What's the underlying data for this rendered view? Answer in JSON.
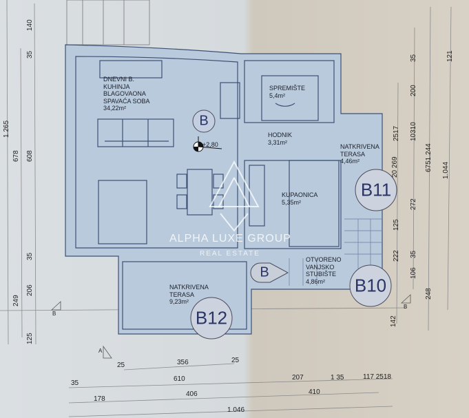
{
  "rooms": [
    {
      "lines": [
        "DNEVNI B.",
        "KUHINJA",
        "BLAGOVAONA",
        "SPAVAĆA SOBA"
      ],
      "area": "34,22m²"
    },
    {
      "lines": [
        "SPREMIŠTE"
      ],
      "area": "5,4m²"
    },
    {
      "lines": [
        "HODNIK"
      ],
      "area": "3,31m²"
    },
    {
      "lines": [
        "KUPAONICA"
      ],
      "area": "5,35m²"
    },
    {
      "lines": [
        "NATKRIVENA",
        "TERASA"
      ],
      "area": "4,46m²"
    },
    {
      "lines": [
        "OTVORENO",
        "VANJSKO",
        "STUBIŠTE"
      ],
      "area": "4,86m²"
    },
    {
      "lines": [
        "NATKRIVENA",
        "TERASA"
      ],
      "area": "9,23m²"
    }
  ],
  "level_mark": "+2,80",
  "unit_tags": {
    "main": "B",
    "stair": "B",
    "b11": "B11",
    "b10": "B10",
    "b12": "B12"
  },
  "section_marks": {
    "left": "B",
    "right": "B",
    "bottom": "A"
  },
  "watermark": {
    "brand": "ALPHA LUXE GROUP",
    "sub": "REAL ESTATE"
  },
  "dimensions": {
    "left": [
      "1.265",
      "678",
      "249",
      "125",
      "140",
      "35",
      "608",
      "35",
      "206"
    ],
    "right": [
      "2517",
      "20 269",
      "125",
      "222",
      "142",
      "35",
      "200",
      "10310",
      "272",
      "35",
      "106",
      "6751.244",
      "248",
      "121",
      "1.044"
    ],
    "bottom": [
      "25",
      "356",
      "25",
      "35",
      "610",
      "207",
      "1 35",
      "117 2518",
      "178",
      "406",
      "410",
      "1.046"
    ]
  },
  "colors": {
    "plan_fill": "#b8cadc",
    "line": "#3c4f74"
  }
}
